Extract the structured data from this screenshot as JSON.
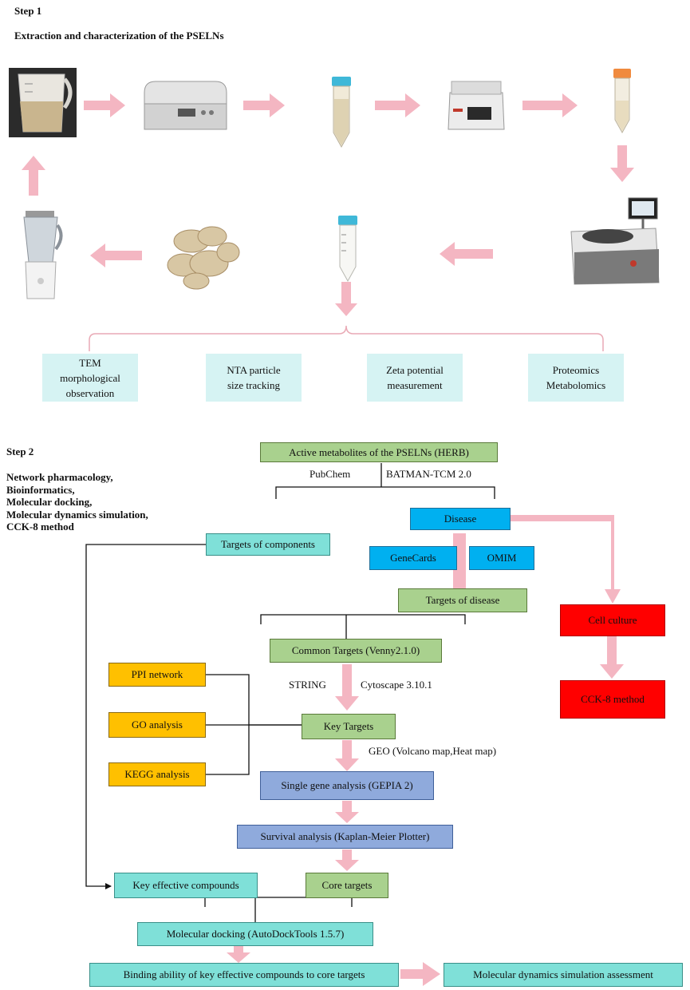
{
  "step1": {
    "label": "Step 1",
    "title": "Extraction and characterization of the PSELNs",
    "equipment": {
      "beaker": "beaker-with-juice",
      "centrifuge_small": "benchtop-centrifuge",
      "tube1": "centrifuge-tube-blue-cap",
      "centrifuge_box": "benchtop-centrifuge-red-logo",
      "tube2": "centrifuge-tube-orange-cap",
      "ultracentrifuge": "ultracentrifuge",
      "tube3": "centrifuge-tube-blue-cap",
      "ginger": "ginger-rhizome",
      "blender": "blender"
    },
    "characterization": [
      "TEM\nmorphological\nobservation",
      "NTA particle\nsize tracking",
      "Zeta potential\nmeasurement",
      "Proteomics\nMetabolomics"
    ]
  },
  "step2": {
    "label": "Step 2",
    "methods": "Network pharmacology,\nBioinformatics,\nMolecular docking,\nMolecular dynamics simulation,\nCCK-8 method",
    "active_metabolites": "Active metabolites of  the PSELNs (HERB)",
    "pubchem": "PubChem",
    "batman": "BATMAN-TCM 2.0",
    "disease": "Disease",
    "targets_components": "Targets of components",
    "genecards": "GeneCards",
    "omim": "OMIM",
    "targets_disease": "Targets of disease",
    "common_targets": "Common Targets (Venny2.1.0)",
    "string": "STRING",
    "cytoscape": "Cytoscape 3.10.1",
    "ppi": "PPI network",
    "go": "GO analysis",
    "kegg": "KEGG analysis",
    "key_targets": "Key Targets",
    "geo": "GEO (Volcano map,Heat map)",
    "single_gene": "Single gene analysis (GEPIA 2)",
    "survival": "Survival analysis (Kaplan-Meier Plotter)",
    "key_compounds": "Key effective compounds",
    "core_targets": "Core targets",
    "docking": "Molecular docking (AutoDockTools 1.5.7)",
    "binding": "Binding ability of key effective compounds to core targets",
    "md": "Molecular  dynamics simulation assessment",
    "cell_culture": "Cell culture",
    "cck8": "CCK-8 method"
  },
  "colors": {
    "arrow": "#f4b6c2",
    "green": "#a9d18e",
    "cyan": "#7fe0d8",
    "blue": "#00b0f0",
    "orange": "#ffc000",
    "red": "#ff0000",
    "purple": "#8faadc",
    "pale": "#d6f3f3"
  }
}
